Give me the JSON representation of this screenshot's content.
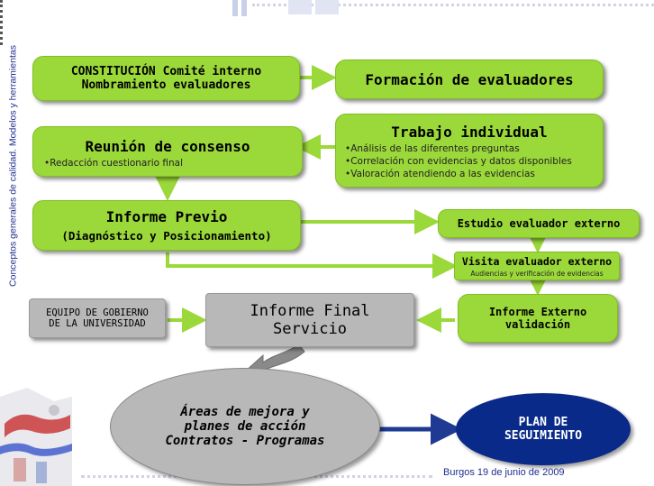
{
  "side_title": "Conceptos generales de calidad. Modelos y herramientas",
  "boxes": {
    "constitucion": {
      "line1": "CONSTITUCIÓN Comité interno",
      "line2": "Nombramiento evaluadores"
    },
    "formacion": {
      "label": "Formación de evaluadores"
    },
    "reunion": {
      "title": "Reunión de consenso",
      "bullets": [
        "Redacción cuestionario final"
      ]
    },
    "trabajo": {
      "title": "Trabajo individual",
      "bullets": [
        "Análisis de las diferentes preguntas",
        "Correlación con evidencias y datos disponibles",
        "Valoración atendiendo a las evidencias"
      ]
    },
    "informe_previo": {
      "line1": "Informe Previo",
      "line2": "(Diagnóstico y Posicionamiento)"
    },
    "estudio": {
      "label": "Estudio evaluador externo"
    },
    "visita": {
      "title": "Visita evaluador externo",
      "subtitle": "Audiencias y verificación de evidencias"
    },
    "equipo": {
      "line1": "EQUIPO DE GOBIERNO",
      "line2": "DE LA UNIVERSIDAD"
    },
    "informe_final": {
      "line1": "Informe Final",
      "line2": "Servicio"
    },
    "informe_externo": {
      "line1": "Informe Externo",
      "line2": "validación"
    },
    "areas": {
      "line1": "Áreas de mejora y",
      "line2": "planes de acción",
      "line3": "Contratos - Programas"
    },
    "plan": {
      "line1": "PLAN DE",
      "line2": "SEGUIMIENTO"
    }
  },
  "footer": "Burgos 19 de junio de 2009",
  "colors": {
    "green": "#9bd83a",
    "grey": "#b8b8b8",
    "arrow_green": "#9bd83a",
    "arrow_blue": "#1f3a93",
    "plan_fill": "#0a2a8a",
    "side_text": "#1f2f8f"
  }
}
